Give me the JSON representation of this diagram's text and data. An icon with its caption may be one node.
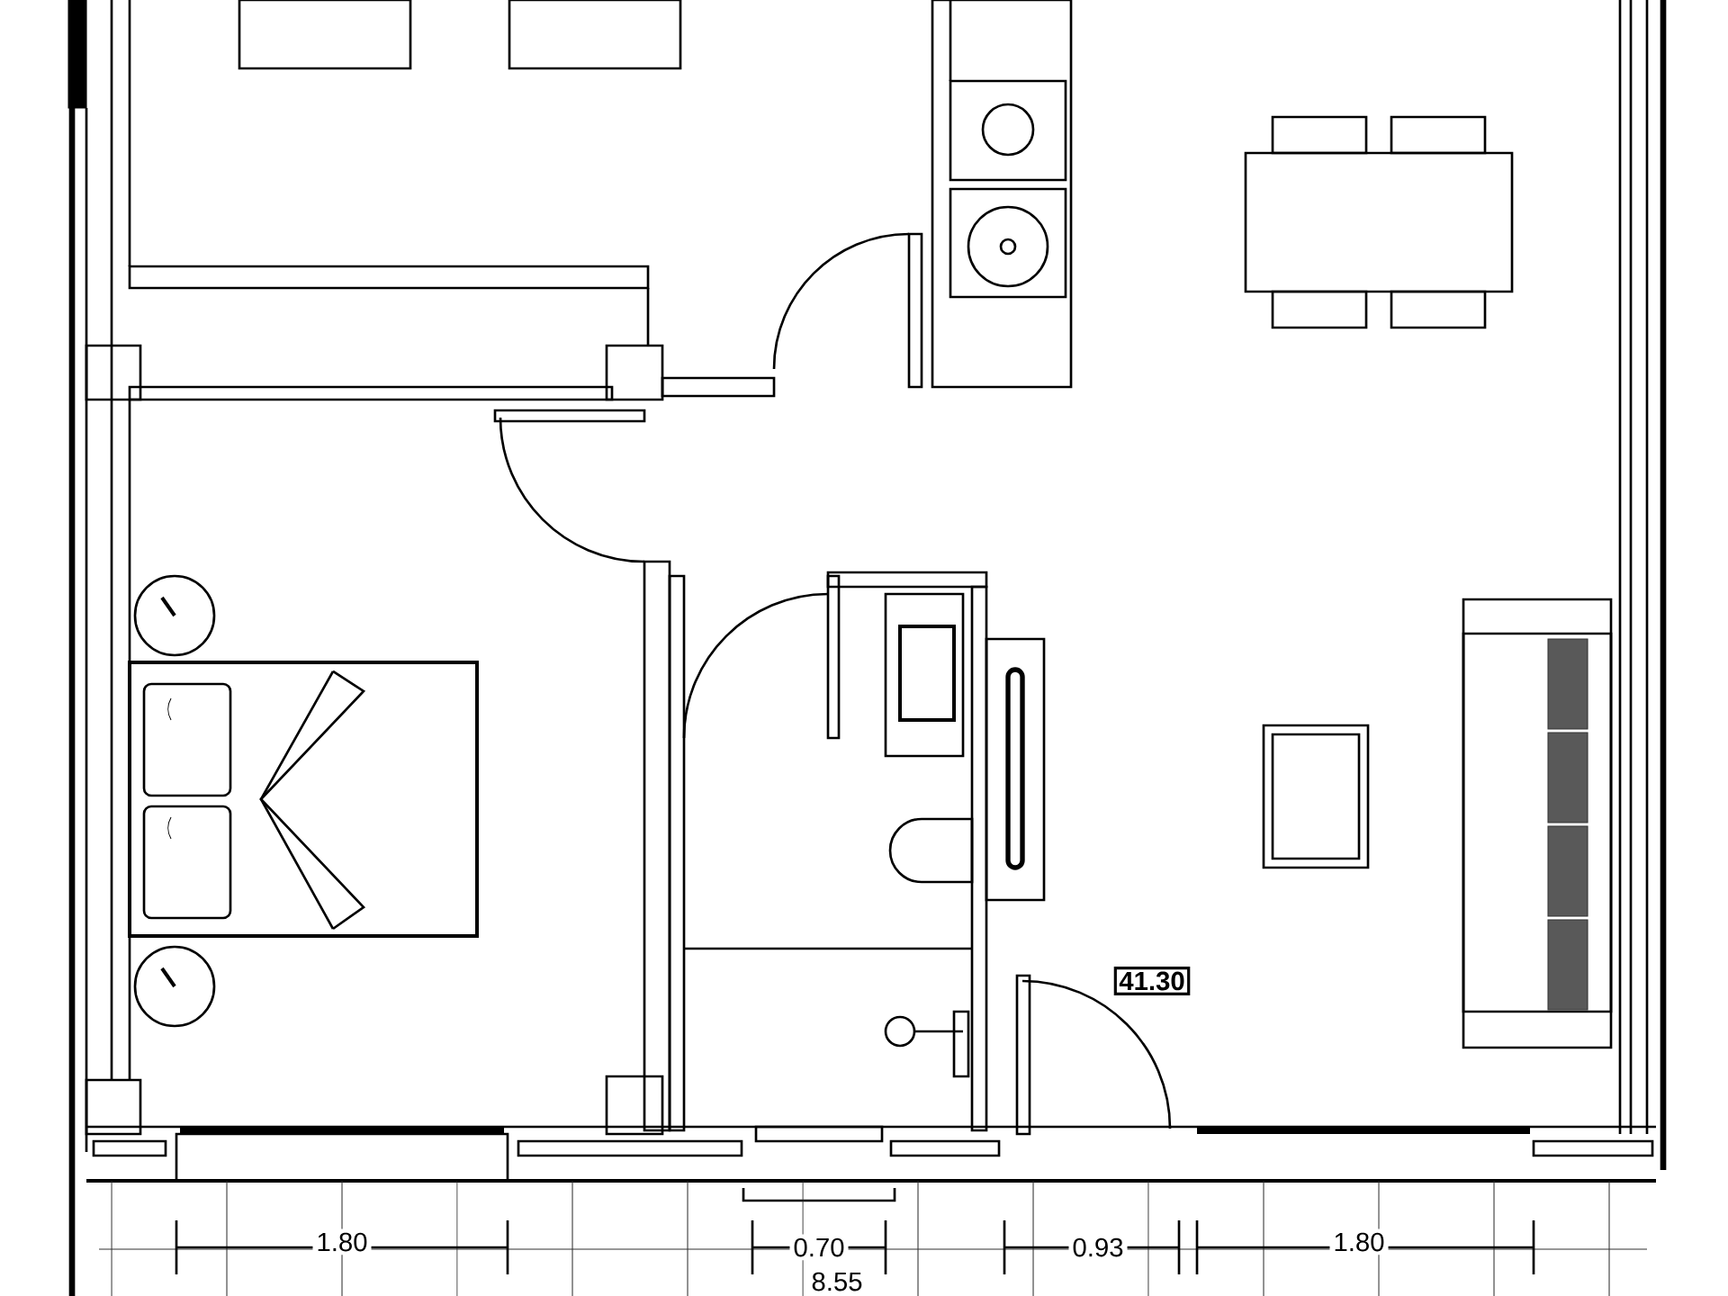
{
  "diagram": {
    "nodes": [
      {
        "text": [
          "41.30"
        ]
      }
    ],
    "labels": [
      "1.80",
      "0.70",
      "0.93",
      "1.80",
      "8.55"
    ]
  }
}
